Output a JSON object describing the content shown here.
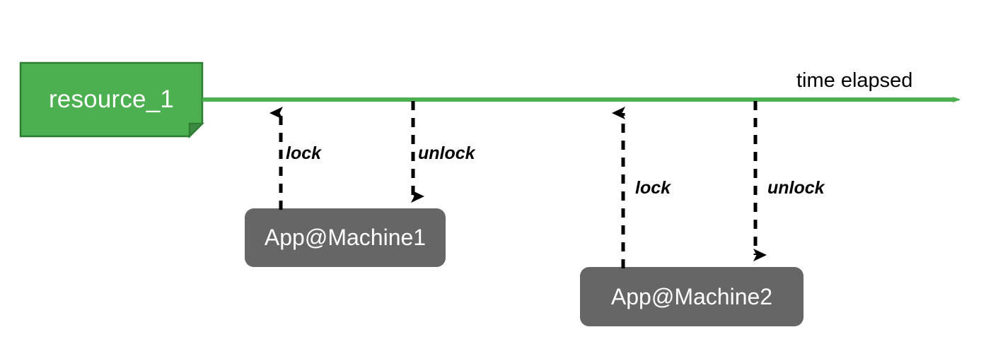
{
  "diagram": {
    "type": "timeline-lock-sequence",
    "background_color": "#ffffff",
    "timeline": {
      "label": "time elapsed",
      "color": "#4CAF50",
      "direction": "left-to-right"
    },
    "resource_node": {
      "label": "resource_1",
      "shape": "note",
      "fill_color": "#4CAF50",
      "stroke_color": "#2E7D32",
      "text_color": "#FFFFFF"
    },
    "actor_nodes": [
      {
        "label": "App@Machine1",
        "shape": "rounded-rectangle",
        "fill_color": "#666666",
        "text_color": "#FFFFFF"
      },
      {
        "label": "App@Machine2",
        "shape": "rounded-rectangle",
        "fill_color": "#666666",
        "text_color": "#FFFFFF"
      }
    ],
    "events": [
      {
        "label": "lock",
        "actor": "App@Machine1",
        "direction": "up",
        "style": "dashed",
        "color": "#000000"
      },
      {
        "label": "unlock",
        "actor": "App@Machine1",
        "direction": "down",
        "style": "dashed",
        "color": "#000000"
      },
      {
        "label": "lock",
        "actor": "App@Machine2",
        "direction": "up",
        "style": "dashed",
        "color": "#000000"
      },
      {
        "label": "unlock",
        "actor": "App@Machine2",
        "direction": "down",
        "style": "dashed",
        "color": "#000000"
      }
    ]
  }
}
